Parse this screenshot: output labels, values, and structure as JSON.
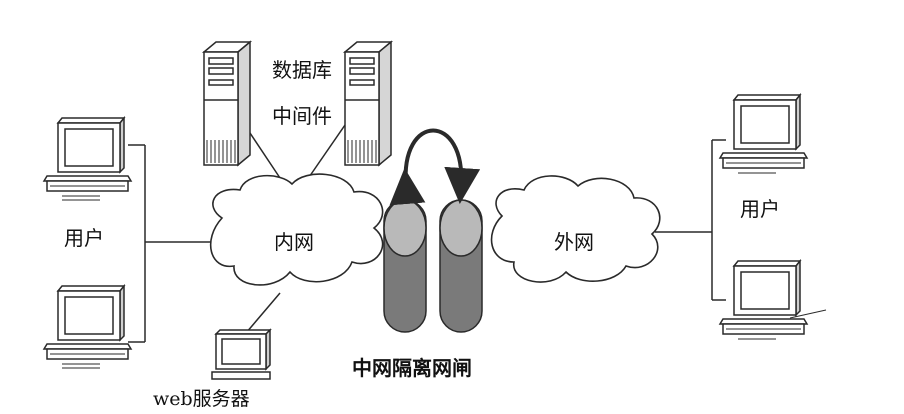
{
  "labels": {
    "database": "数据库",
    "middleware": "中间件",
    "intranet": "内网",
    "extranet": "外网",
    "user_left": "用户",
    "user_right": "用户",
    "web_server": "web服务器",
    "gatekeeper": "中网隔离网闸"
  },
  "colors": {
    "line": "#2a2a2a",
    "screen_fill": "#ffffff",
    "gate_body": "#7a7a7a",
    "gate_top": "#b9b9b9"
  }
}
